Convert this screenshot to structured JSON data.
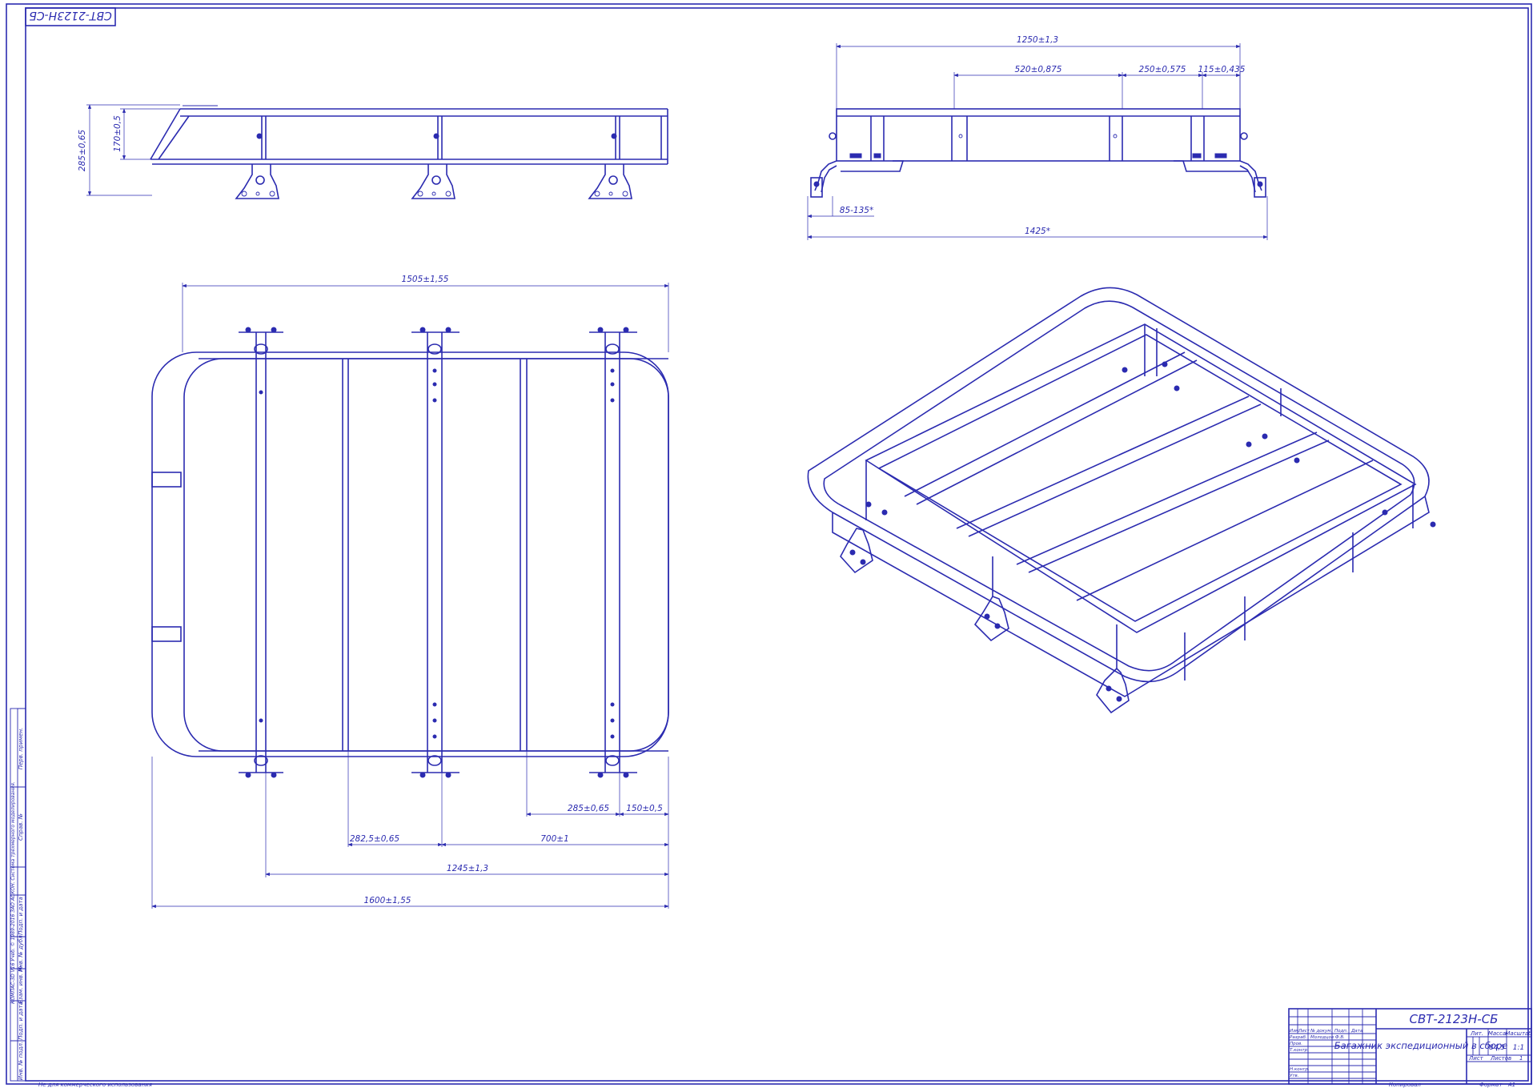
{
  "drawing_code": "СВТ-2123Н-СБ",
  "corner_stamp": "СВТ-2123Н-СБ",
  "title_block": {
    "designation": "СВТ-2123Н-СБ",
    "name": "Багажник экспедиционный в сборе",
    "lit_header": "Лит.",
    "mass_header": "Масса",
    "scale_header": "Масштаб",
    "mass": "84,5",
    "scale": "1:1",
    "sheet_label": "Лист",
    "sheets_label": "Листов",
    "sheets_value": "1",
    "rows": [
      "Изм.",
      "Разраб.",
      "Пров.",
      "Т.контр.",
      "Н.контр.",
      "Утв."
    ],
    "cols": [
      "Лист",
      "№ докум.",
      "Подп.",
      "Дата"
    ],
    "developer": "Молодцов Ф.В.",
    "copied": "Копировал",
    "format_label": "Формат",
    "format_value": "A1"
  },
  "side_strip": [
    "Перв. примен.",
    "Справ. №",
    "Подп. и дата",
    "Инв. № дубл.",
    "Взам. инв. №",
    "Подп. и дата",
    "Инв. № подл."
  ],
  "side_note": "КОМПАС-3D V16 Учеб. © 1989-2016 ЗАО АСКОН. Система трёхмерного моделирования.",
  "footer_note": "Не для коммерческого использования",
  "dims": {
    "side_height": "285±0,65",
    "side_rail_height": "170±0,5",
    "front_width": "1250±1,3",
    "front_520": "520±0,875",
    "front_250": "250±0,575",
    "front_115": "115±0,435",
    "front_85": "85-135*",
    "front_1425": "1425*",
    "top_width": "1505±1,55",
    "top_285": "285±0,65",
    "top_150": "150±0,5",
    "top_2825": "282,5±0,65",
    "top_700": "700±1",
    "top_1245": "1245±1,3",
    "top_1600": "1600±1,55"
  }
}
